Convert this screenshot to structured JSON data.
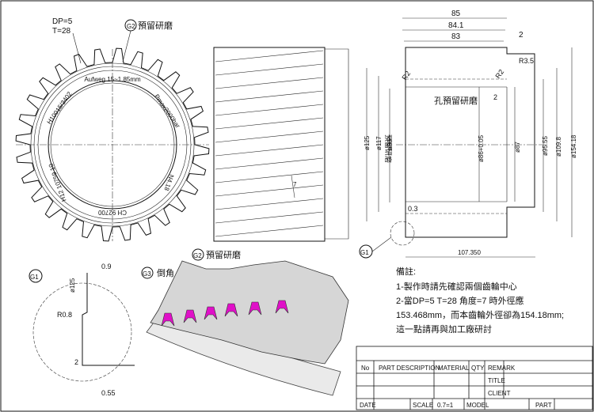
{
  "front_view": {
    "dp": "DP=5",
    "teeth": "T=28",
    "note_g2": "預留研磨",
    "aufweg": "Aufweg 15~1.85mm",
    "pmax": "Pmax2000bar",
    "h_spec": "H10015/3402",
    "ch": "CH 92700",
    "n_spec": "N4.18",
    "h12": "H12 10759 10"
  },
  "side_view": {
    "dim_7": "7"
  },
  "section_view": {
    "d85": "85",
    "d841": "84.1",
    "d83": "83",
    "d2_top": "2",
    "r35": "R3.5",
    "r2_left": "R2",
    "r2_right": "R2",
    "hole_note": "孔預留研磨",
    "d2_mid": "2",
    "phi125": "ø125",
    "phi117": "ø117",
    "phi99": "ø99",
    "keyway": "預留研磨",
    "phi86": "ø86+0.05",
    "phi87": "ø87",
    "phi9555": "ø95.55",
    "phi1098": "ø109.8",
    "phi15418": "ø154.18",
    "d03": "0.3",
    "d107": "107.350",
    "g1_label": "G1"
  },
  "detail_g1": {
    "label": "G1",
    "d09": "0.9",
    "phi125": "ø125",
    "r08": "R0.8",
    "d2": "2",
    "d055": "0.55"
  },
  "perspective": {
    "g2_label": "G2",
    "g2_note": "預留研磨",
    "g3_label": "G3",
    "g3_note": "倒角"
  },
  "notes": {
    "heading": "備註:",
    "line1": "1-製作時請先確認兩個齒輪中心",
    "line2": "2-當DP=5  T=28 角度=7 時外徑應",
    "line3": "153.468mm，而本齒輪外徑卻為154.18mm;",
    "line4": "這一點請再與加工廠研討"
  },
  "title_block": {
    "no": "No",
    "part_description": "PART DESCRIPTION",
    "material": "MATERIAL",
    "qty": "QTY",
    "remark": "REMARK",
    "title": "TITLE",
    "client": "CLIENT",
    "date": "DATE",
    "scale": "SCALE",
    "scale_value": "0.7=1",
    "model": "MODEL",
    "part": "PART"
  },
  "colors": {
    "line": "#111111",
    "chamfer": "#e010c8",
    "gear_face": "#d6d6d6",
    "gear_dark": "#8a8a8a"
  }
}
